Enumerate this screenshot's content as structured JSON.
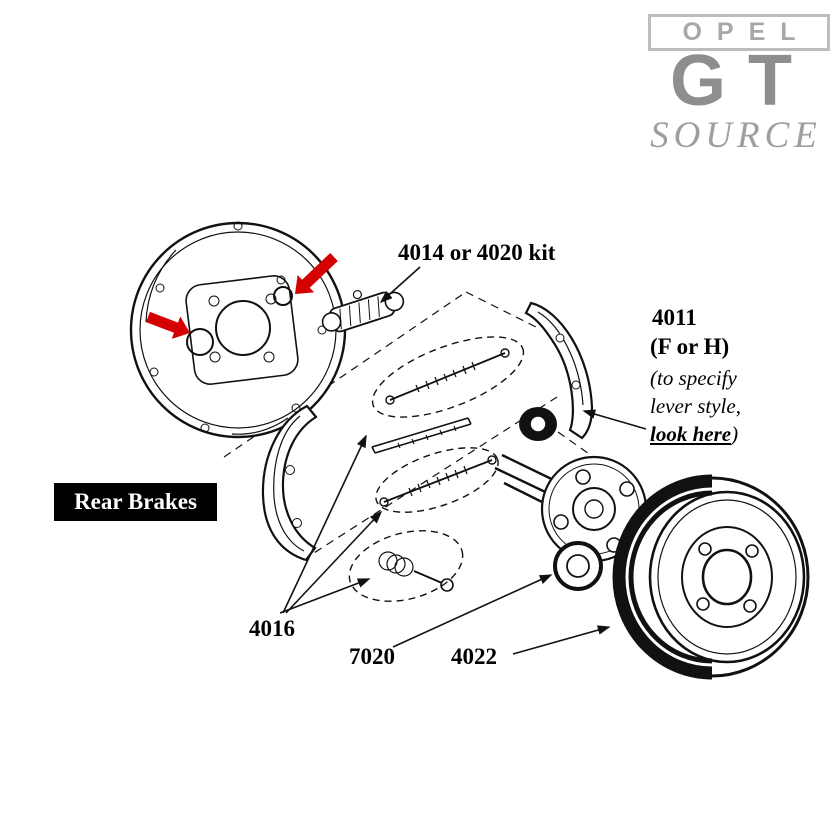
{
  "logo": {
    "opel": "OPEL",
    "gt": "GT",
    "source": "SOURCE"
  },
  "labels": {
    "kit": "4014 or 4020 kit",
    "rear_brakes": "Rear Brakes",
    "p4011": "4011",
    "p4011_variant": "(F or H)",
    "p4011_note_line1": "(to specify",
    "p4011_note_line2": "lever style,",
    "p4011_note_link": "look here",
    "p4011_note_close": ")",
    "p4016": "4016",
    "p7020": "7020",
    "p4022": "4022"
  },
  "colors": {
    "arrow_red": "#d40000",
    "line_black": "#111111",
    "logo_gray": "#9e9e9e"
  }
}
